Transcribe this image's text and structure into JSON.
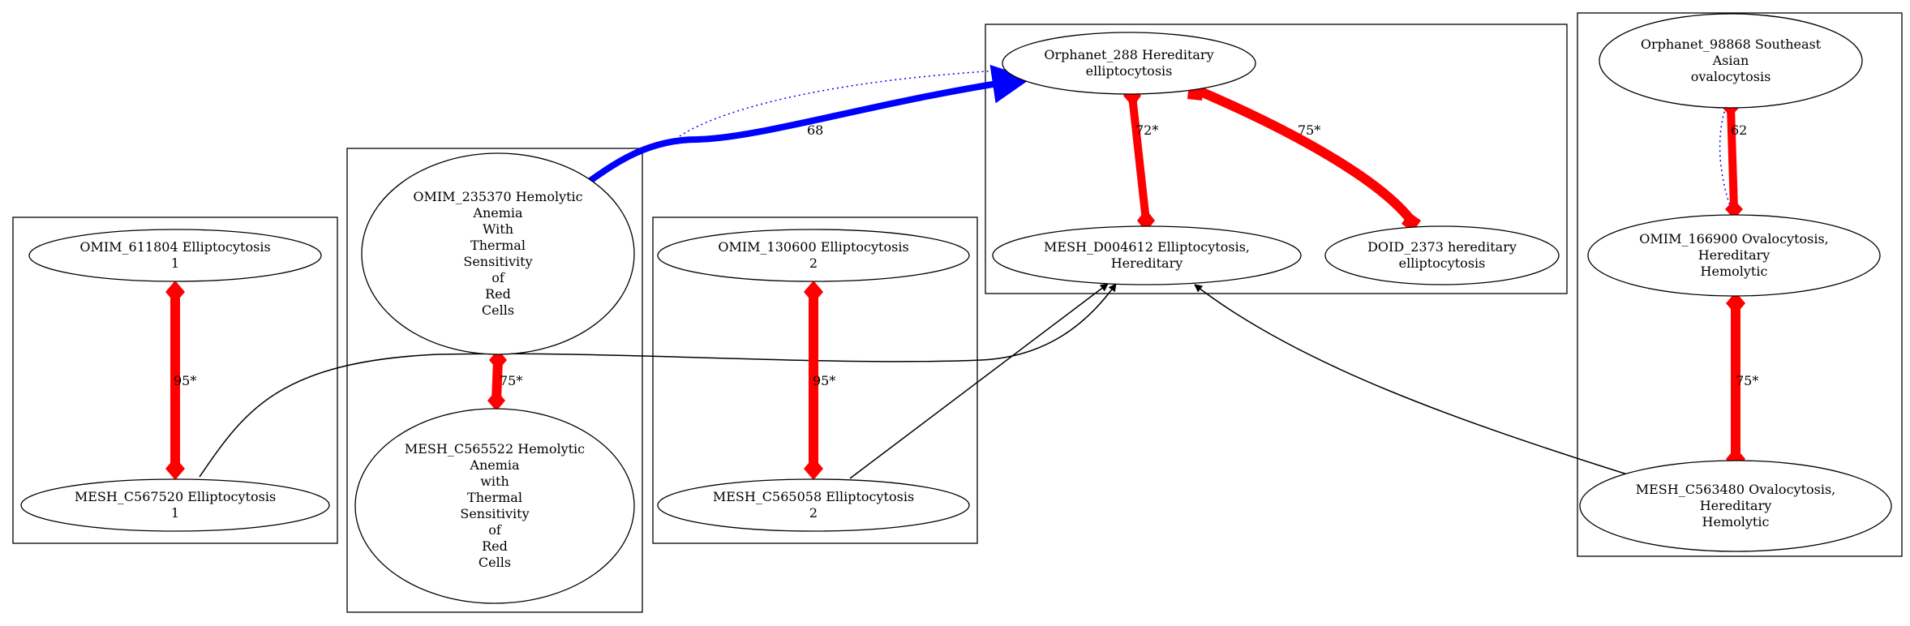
{
  "nodes": {
    "omim_611804": [
      "OMIM_611804 Elliptocytosis",
      "1"
    ],
    "mesh_c567520": [
      "MESH_C567520 Elliptocytosis",
      "1"
    ],
    "omim_235370": [
      "OMIM_235370 Hemolytic",
      "Anemia",
      "With",
      "Thermal",
      "Sensitivity",
      "of",
      "Red",
      "Cells"
    ],
    "mesh_c565522": [
      "MESH_C565522 Hemolytic",
      "Anemia",
      "with",
      "Thermal",
      "Sensitivity",
      "of",
      "Red",
      "Cells"
    ],
    "omim_130600": [
      "OMIM_130600 Elliptocytosis",
      "2"
    ],
    "mesh_c565058": [
      "MESH_C565058 Elliptocytosis",
      "2"
    ],
    "orphanet_288": [
      "Orphanet_288 Hereditary",
      "elliptocytosis"
    ],
    "mesh_d004612": [
      "MESH_D004612 Elliptocytosis,",
      "Hereditary"
    ],
    "doid_2373": [
      "DOID_2373 hereditary",
      "elliptocytosis"
    ],
    "orphanet_98868": [
      "Orphanet_98868 Southeast",
      "Asian",
      "ovalocytosis"
    ],
    "omim_166900": [
      "OMIM_166900 Ovalocytosis,",
      "Hereditary",
      "Hemolytic"
    ],
    "mesh_c563480": [
      "MESH_C563480 Ovalocytosis,",
      "Hereditary",
      "Hemolytic"
    ]
  },
  "edge_labels": {
    "e1": "95*",
    "e2": "75*",
    "e3": "95*",
    "e4": "72*",
    "e5": "75*",
    "e6": "62",
    "e7": "75*",
    "e8": "68"
  },
  "colors": {
    "match": "#ff0000",
    "link": "#0000ff",
    "plain": "#000000"
  }
}
